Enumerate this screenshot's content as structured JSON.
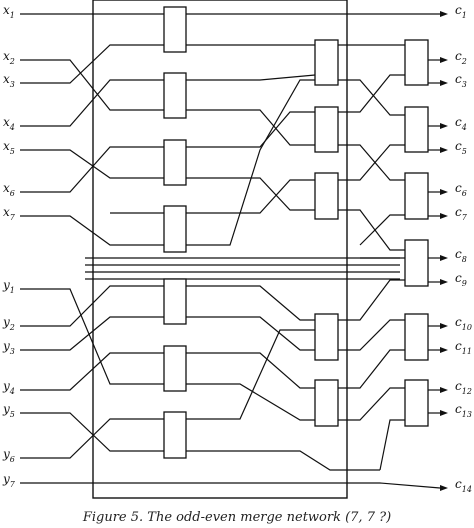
{
  "diagram": {
    "inputs": [
      {
        "base": "x",
        "sub": "1"
      },
      {
        "base": "x",
        "sub": "2"
      },
      {
        "base": "x",
        "sub": "3"
      },
      {
        "base": "x",
        "sub": "4"
      },
      {
        "base": "x",
        "sub": "5"
      },
      {
        "base": "x",
        "sub": "6"
      },
      {
        "base": "x",
        "sub": "7"
      },
      {
        "base": "y",
        "sub": "1"
      },
      {
        "base": "y",
        "sub": "2"
      },
      {
        "base": "y",
        "sub": "3"
      },
      {
        "base": "y",
        "sub": "4"
      },
      {
        "base": "y",
        "sub": "5"
      },
      {
        "base": "y",
        "sub": "6"
      },
      {
        "base": "y",
        "sub": "7"
      }
    ],
    "outputs": [
      {
        "base": "c",
        "sub": "1"
      },
      {
        "base": "c",
        "sub": "2"
      },
      {
        "base": "c",
        "sub": "3"
      },
      {
        "base": "c",
        "sub": "4"
      },
      {
        "base": "c",
        "sub": "5"
      },
      {
        "base": "c",
        "sub": "6"
      },
      {
        "base": "c",
        "sub": "7"
      },
      {
        "base": "c",
        "sub": "8"
      },
      {
        "base": "c",
        "sub": "9"
      },
      {
        "base": "c",
        "sub": "10"
      },
      {
        "base": "c",
        "sub": "11"
      },
      {
        "base": "c",
        "sub": "12"
      },
      {
        "base": "c",
        "sub": "13"
      },
      {
        "base": "c",
        "sub": "14"
      }
    ],
    "caption": "Figure 5. The odd-even merge network (7, 7 ?)"
  }
}
